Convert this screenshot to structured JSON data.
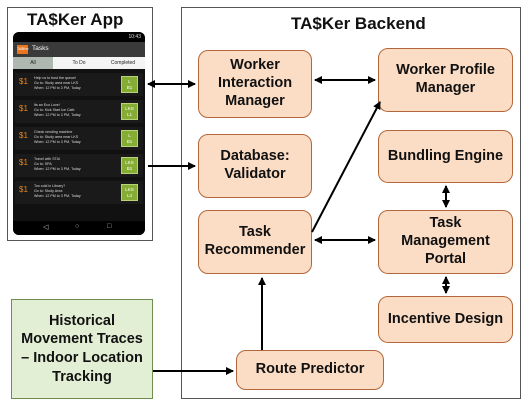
{
  "app_panel": {
    "title": "TA$Ker App"
  },
  "backend_panel": {
    "title": "TA$Ker Backend"
  },
  "boxes": {
    "worker_interaction_manager": "Worker\nInteraction\nManager",
    "worker_profile_manager": "Worker Profile\nManager",
    "database_validator": "Database:\nValidator",
    "bundling_engine": "Bundling Engine",
    "task_recommender": "Task\nRecommender",
    "task_management_portal": "Task\nManagement\nPortal",
    "incentive_design": "Incentive Design",
    "route_predictor": "Route Predictor",
    "historical_traces": "Historical\nMovement Traces\n– Indoor Location\nTracking"
  },
  "phone": {
    "status_time": "10:43",
    "app_title": "Tasks",
    "logo_text": "TA$Ker",
    "tabs": [
      "All",
      "To Do",
      "Completed"
    ],
    "tasks": [
      {
        "price": "$1",
        "line1": "Help us to bust the queue!",
        "line2": "Go to: Study area near LKS",
        "line3": "When: 12 PM to 3 PM, Today",
        "badge1": "L",
        "badge2": "B1"
      },
      {
        "price": "$1",
        "line1": "Its an Eco Love!",
        "line2": "Go to: Kick Start Ice Cafe",
        "line3": "When: 12 PM to 3 PM, Today",
        "badge1": "LKS",
        "badge2": "L1"
      },
      {
        "price": "$1",
        "line1": "Check vending machine",
        "line2": "Go to: Study area near LKS",
        "line3": "When: 12 PM to 3 PM, Today",
        "badge1": "L",
        "badge2": "B1"
      },
      {
        "price": "$1",
        "line1": "Travel with STAI",
        "line2": "Go to: SPA",
        "line3": "When: 12 PM to 3 PM, Today",
        "badge1": "LKS",
        "badge2": "B1"
      },
      {
        "price": "$1",
        "line1": "Too cold in Library?",
        "line2": "Go to: Study Area",
        "line3": "When: 12 PM to 3 PM, Today",
        "badge1": "LKS",
        "badge2": "L4"
      }
    ],
    "nav": {
      "back": "◁",
      "home": "○",
      "recent": "□"
    }
  },
  "colors": {
    "box_fill": "#fbdcc5",
    "box_border": "#b3673a",
    "green_fill": "#e3efd5",
    "green_border": "#6f8d4f"
  }
}
